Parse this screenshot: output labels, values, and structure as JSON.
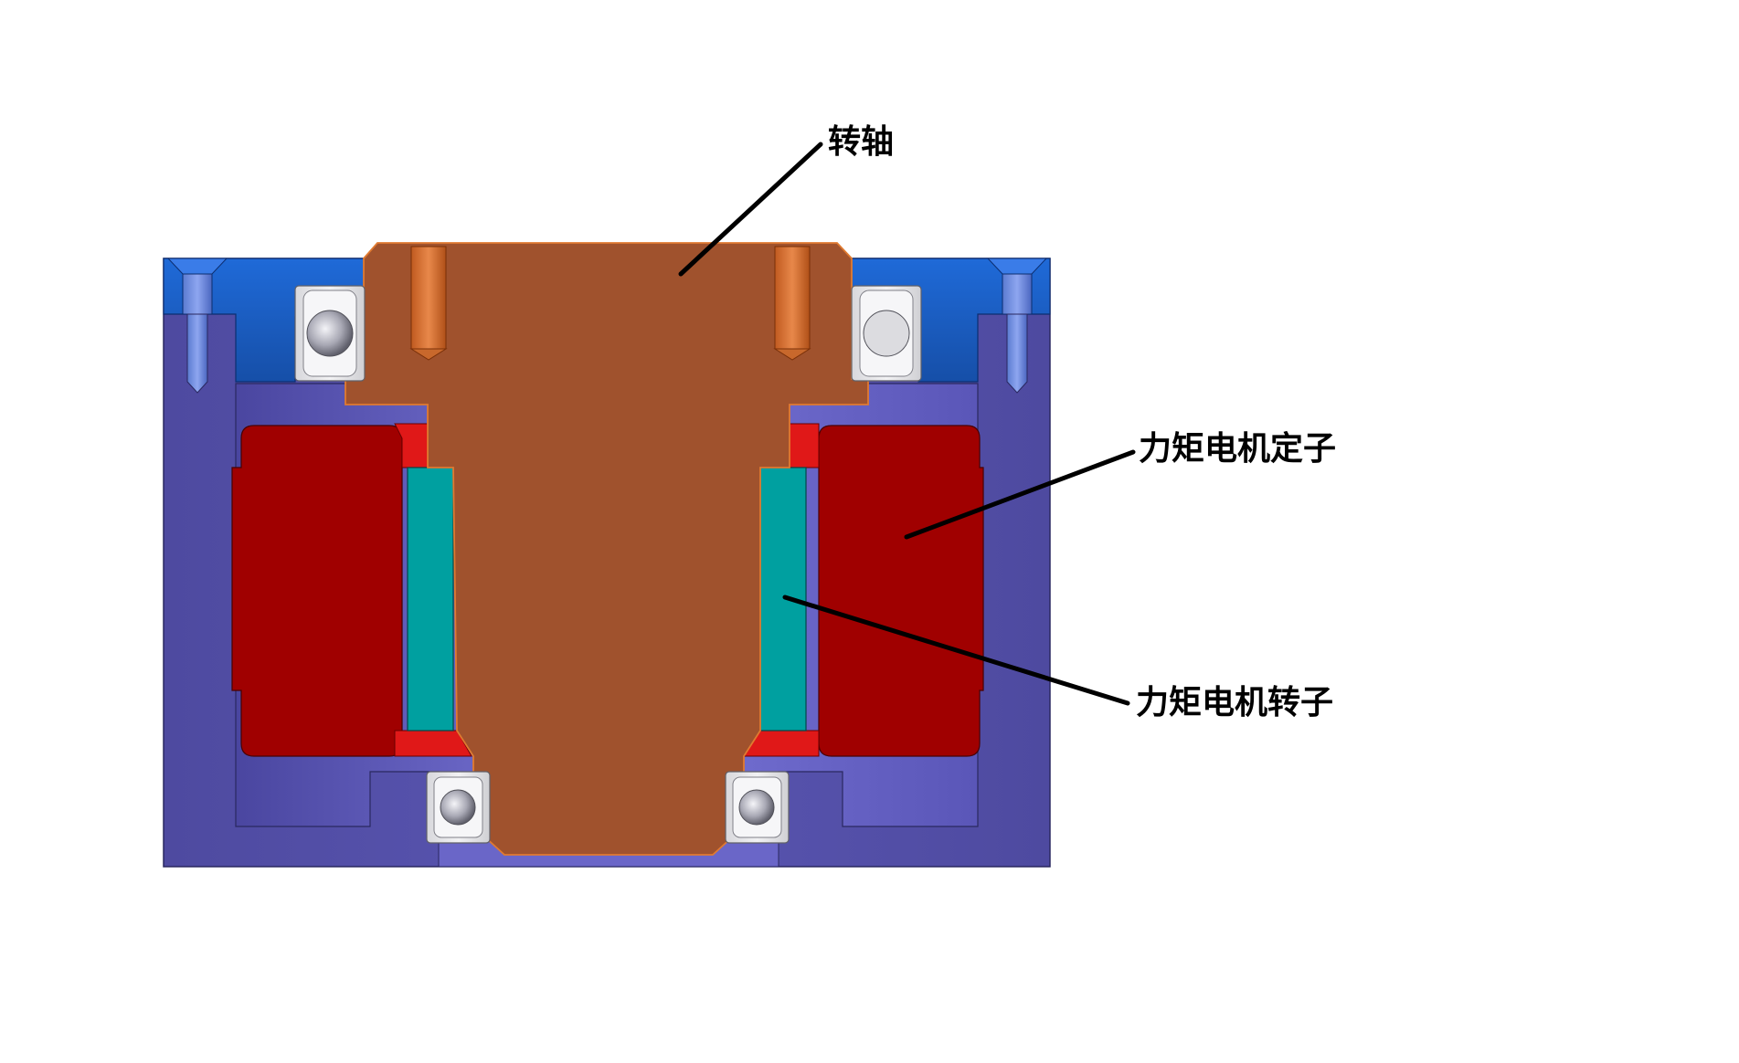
{
  "labels": {
    "shaft": "转轴",
    "stator": "力矩电机定子",
    "rotor": "力矩电机转子"
  },
  "colors": {
    "housing": "#5552a8",
    "housing_light": "#6f6cc4",
    "end_cap": "#1e5fc8",
    "shaft": "#a0522d",
    "shaft_edge": "#e0782c",
    "stator": "#a00000",
    "stator_end": "#e01818",
    "rotor_magnet": "#00a0a0",
    "bearing_race": "#e6e6e6",
    "bearing_ball": "#c8c8cc",
    "callout_line": "#000000"
  }
}
